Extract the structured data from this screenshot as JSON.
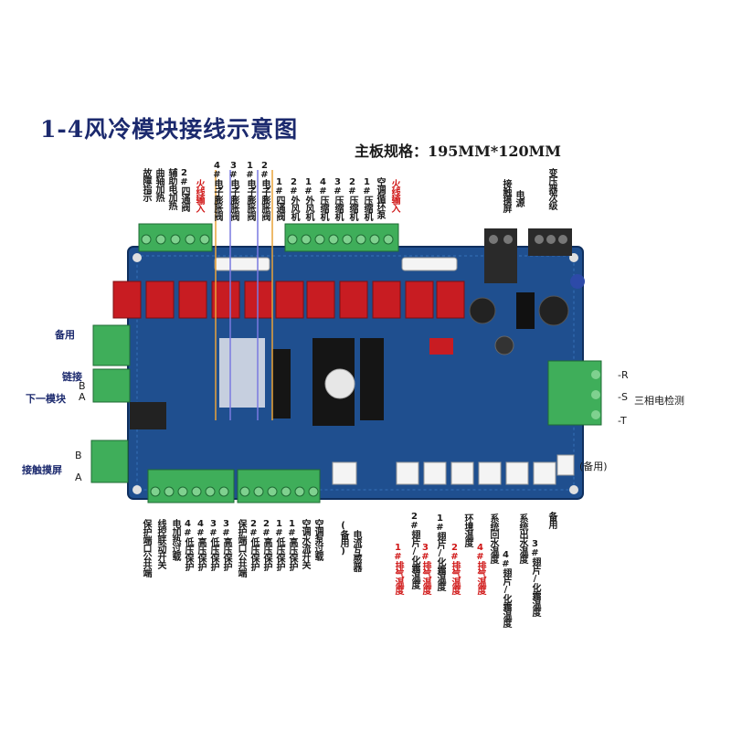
{
  "title": "1-4风冷模块接线示意图",
  "board_spec": "主板规格：195MM*120MM",
  "top_labels": [
    {
      "text": "故障指示",
      "color": "black"
    },
    {
      "text": "曲轴加热",
      "color": "black"
    },
    {
      "text": "辅助电加热",
      "color": "black"
    },
    {
      "text": "2#四通阀",
      "color": "black"
    },
    {
      "text": "火线输入",
      "color": "red"
    },
    {
      "text": "4#电子膨胀阀",
      "color": "black"
    },
    {
      "text": "3#电子膨胀阀",
      "color": "black"
    },
    {
      "text": "1#电子膨胀阀",
      "color": "black"
    },
    {
      "text": "2#电子膨胀阀",
      "color": "black"
    },
    {
      "text": "1#四通阀",
      "color": "black"
    },
    {
      "text": "2#外风机",
      "color": "black"
    },
    {
      "text": "1#外风机",
      "color": "black"
    },
    {
      "text": "4#压缩机",
      "color": "black"
    },
    {
      "text": "3#压缩机",
      "color": "black"
    },
    {
      "text": "2#压缩机",
      "color": "black"
    },
    {
      "text": "1#压缩机",
      "color": "black"
    },
    {
      "text": "空调循环泵",
      "color": "black"
    },
    {
      "text": "火线输入",
      "color": "red"
    },
    {
      "text": "接触摸屏",
      "color": "black"
    },
    {
      "text": "电源",
      "color": "black"
    },
    {
      "text": "变压器次级",
      "color": "black"
    }
  ],
  "left_labels": {
    "spare": "备用",
    "link": "链接",
    "next_module": "下一模块",
    "touch_screen": "接触摸屏",
    "pin_a": "A",
    "pin_b": "B"
  },
  "right_labels": {
    "r": "-R",
    "s": "-S",
    "t": "-T",
    "three_phase": "三相电检测",
    "spare": "(备用)"
  },
  "bottom_labels": [
    {
      "text": "保护端口公共端",
      "color": "black"
    },
    {
      "text": "线控联动开关",
      "color": "black"
    },
    {
      "text": "电加热过载",
      "color": "black"
    },
    {
      "text": "4#低压保护",
      "color": "black"
    },
    {
      "text": "4#高压保护",
      "color": "black"
    },
    {
      "text": "3#低压保护",
      "color": "black"
    },
    {
      "text": "3#高压保护",
      "color": "black"
    },
    {
      "text": "保护端口公共端",
      "color": "black"
    },
    {
      "text": "2#低压保护",
      "color": "black"
    },
    {
      "text": "2#高压保护",
      "color": "black"
    },
    {
      "text": "1#低压保护",
      "color": "black"
    },
    {
      "text": "1#高压保护",
      "color": "black"
    },
    {
      "text": "空调水流开关",
      "color": "black"
    },
    {
      "text": "空调泵过载",
      "color": "black"
    },
    {
      "text": "(备用)",
      "color": "black"
    },
    {
      "text": "电流互感器",
      "color": "black"
    },
    {
      "text": "2#翅片/化霜温度",
      "color": "black"
    },
    {
      "text": "1#排气温度",
      "color": "red"
    },
    {
      "text": "1#翅片/化霜温度",
      "color": "black"
    },
    {
      "text": "3#排气温度",
      "color": "red"
    },
    {
      "text": "环境温度",
      "color": "black"
    },
    {
      "text": "2#排气温度",
      "color": "red"
    },
    {
      "text": "系统回水温度",
      "color": "black"
    },
    {
      "text": "4#排气温度",
      "color": "red"
    },
    {
      "text": "4#翅片/化霜温度",
      "color": "black"
    },
    {
      "text": "系统出水温度",
      "color": "black"
    },
    {
      "text": "3#翅片/化霜温度",
      "color": "black"
    },
    {
      "text": "备用",
      "color": "black"
    }
  ],
  "colors": {
    "pcb": "#1f4f8f",
    "terminal": "#3fae5a",
    "relay": "#c81c22",
    "title": "#1c2a6e",
    "warning": "#d01717"
  }
}
